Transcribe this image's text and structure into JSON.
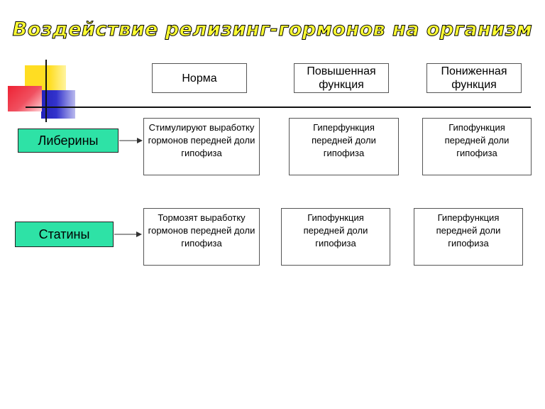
{
  "title": "Воздействие релизинг-гормонов на организм",
  "headers": {
    "norm": "Норма",
    "high": "Повышенная функция",
    "low": "Пониженная функция"
  },
  "rows": [
    {
      "label": "Либерины",
      "norm": "Стимулируют выработку гормонов передней доли гипофиза",
      "high": "Гиперфункция передней доли гипофиза",
      "low": "Гипофункция передней доли гипофиза"
    },
    {
      "label": "Статины",
      "norm": "Тормозят выработку гормонов передней доли гипофиза",
      "high": "Гипофункция передней доли гипофиза",
      "low": "Гиперфункция передней доли гипофиза"
    }
  ],
  "colors": {
    "title_fill": "#ffff33",
    "label_fill": "#2ee2a6",
    "deco_yellow": "#ffdd22",
    "deco_red": "#ee2233",
    "deco_blue": "#2222bb"
  }
}
